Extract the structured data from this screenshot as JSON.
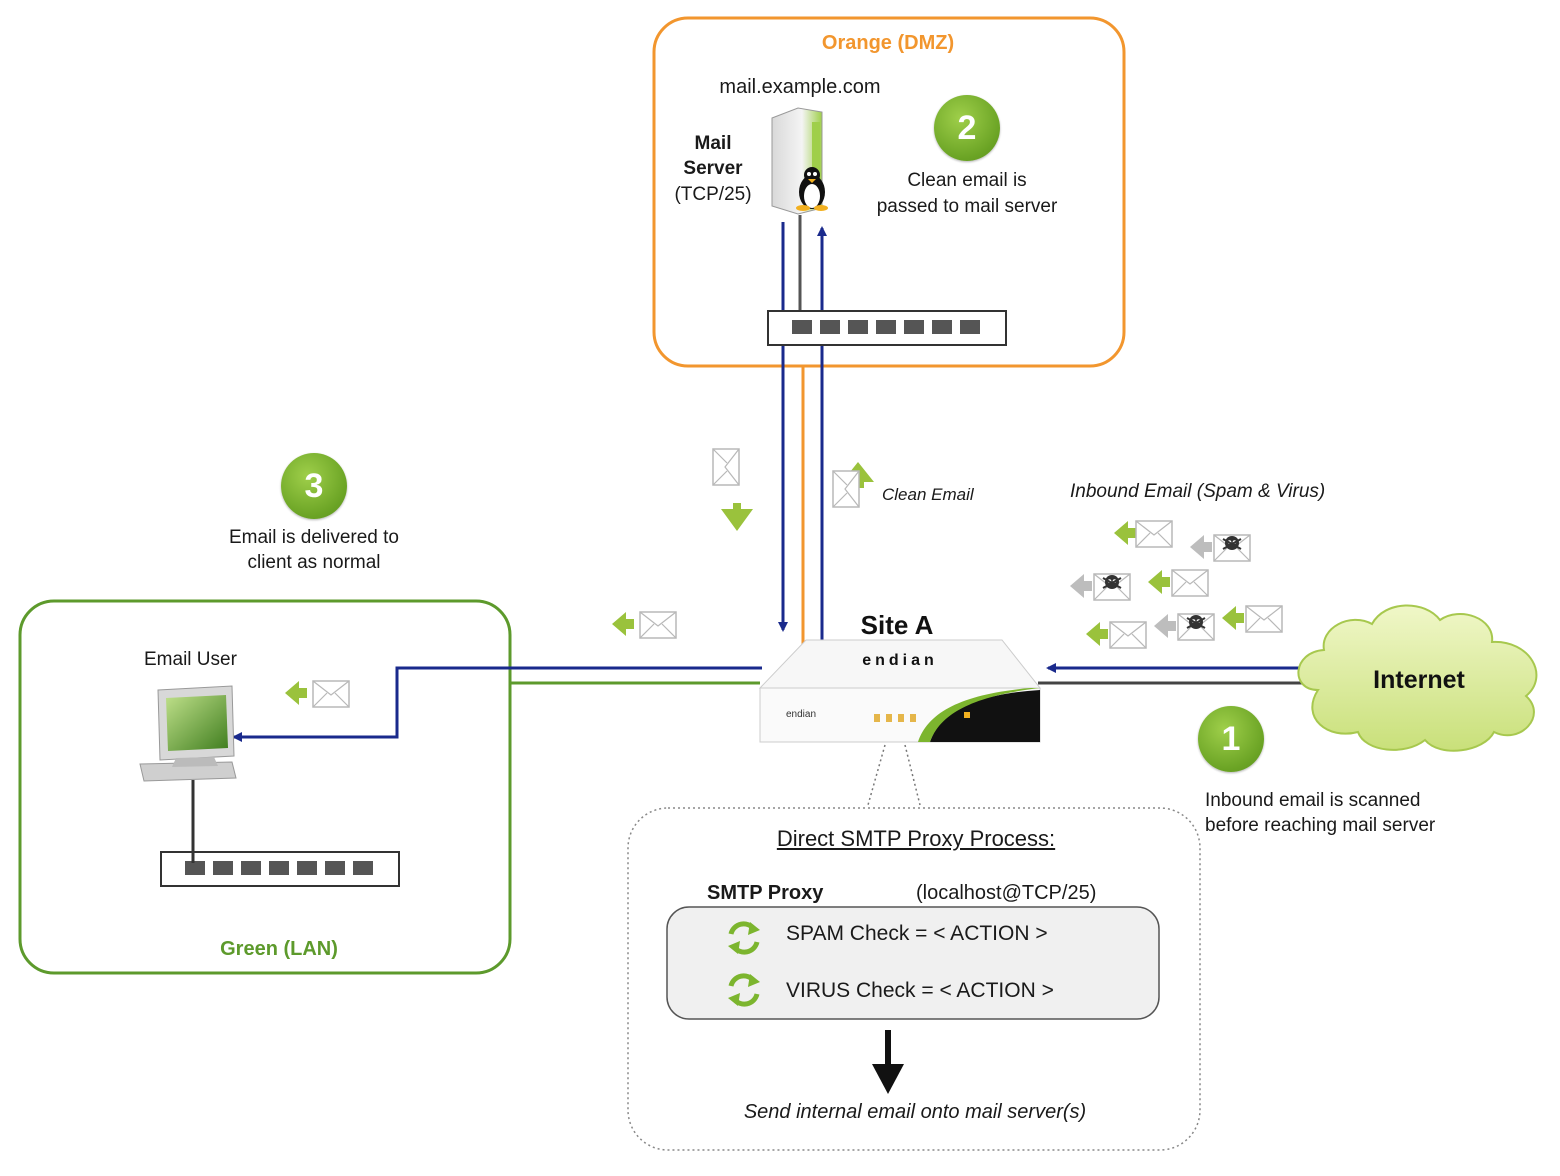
{
  "zones": {
    "dmz_label": "Orange (DMZ)",
    "lan_label": "Green (LAN)"
  },
  "mail_server": {
    "hostname": "mail.example.com",
    "label_line1": "Mail",
    "label_line2": "Server",
    "port": "(TCP/25)"
  },
  "steps": [
    {
      "number": "1",
      "line1": "Inbound email is scanned",
      "line2": "before reaching mail server"
    },
    {
      "number": "2",
      "line1": "Clean email is",
      "line2": "passed to mail server"
    },
    {
      "number": "3",
      "line1": "Email is delivered to",
      "line2": "client as normal"
    }
  ],
  "email_user": "Email User",
  "site": "Site A",
  "internet": "Internet",
  "flows": {
    "clean_email": "Clean Email",
    "inbound": "Inbound Email (Spam & Virus)"
  },
  "proxy": {
    "title": "Direct SMTP Proxy Process:",
    "name": "SMTP Proxy",
    "address": "(localhost@TCP/25)",
    "spam_check": "SPAM Check =  < ACTION >",
    "virus_check": "VIRUS Check = < ACTION >",
    "send_note": "Send internal email onto mail server(s)"
  },
  "appliance_brand": "endian",
  "colors": {
    "orange": "#f2962e",
    "green": "#5d9a2c",
    "blue": "#1a2a8c",
    "badge": "#6aa324"
  }
}
